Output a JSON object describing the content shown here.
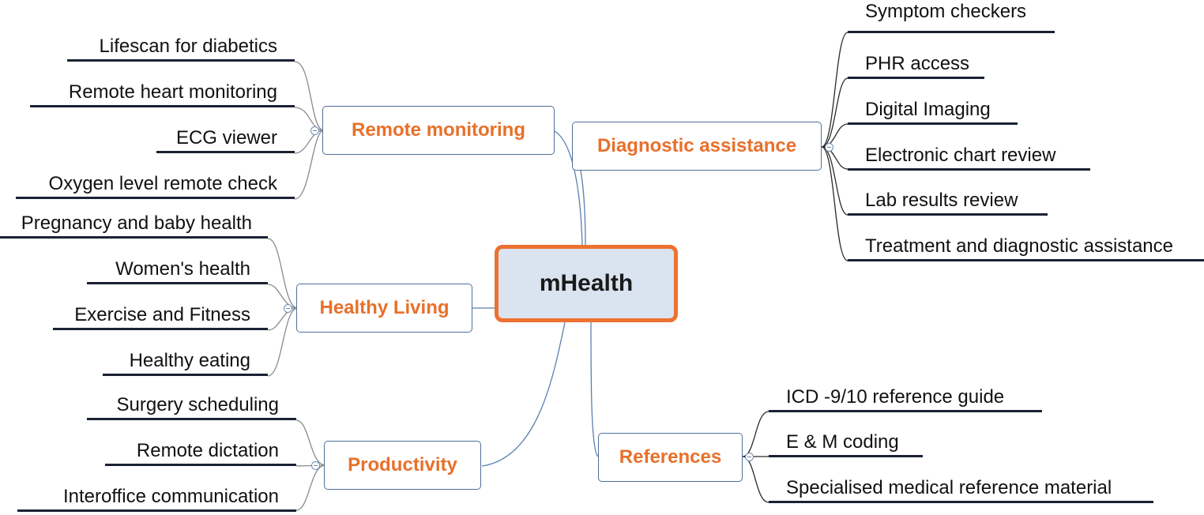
{
  "central": {
    "label": "mHealth"
  },
  "branches": {
    "remote_monitoring": {
      "label": "Remote monitoring",
      "items": [
        "Lifescan for diabetics",
        "Remote heart monitoring",
        "ECG viewer",
        "Oxygen level remote check"
      ]
    },
    "healthy_living": {
      "label": "Healthy Living",
      "items": [
        "Pregnancy and baby health",
        "Women's health",
        "Exercise and Fitness",
        "Healthy eating"
      ]
    },
    "productivity": {
      "label": "Productivity",
      "items": [
        "Surgery scheduling",
        "Remote dictation",
        "Interoffice communication"
      ]
    },
    "diagnostic_assistance": {
      "label": "Diagnostic assistance",
      "items": [
        "Symptom checkers",
        "PHR access",
        "Digital Imaging",
        "Electronic chart review",
        "Lab results review",
        "Treatment and diagnostic assistance"
      ]
    },
    "references": {
      "label": "References",
      "items": [
        "ICD -9/10 reference guide",
        "E & M coding",
        "Specialised medical reference material"
      ]
    }
  },
  "colors": {
    "central_border": "#ed7130",
    "central_fill": "#dae3f0",
    "branch_text": "#e8702a",
    "branch_border": "#4f6f99",
    "connector": "#5b7fae",
    "leaf_underline": "#1a2233"
  }
}
